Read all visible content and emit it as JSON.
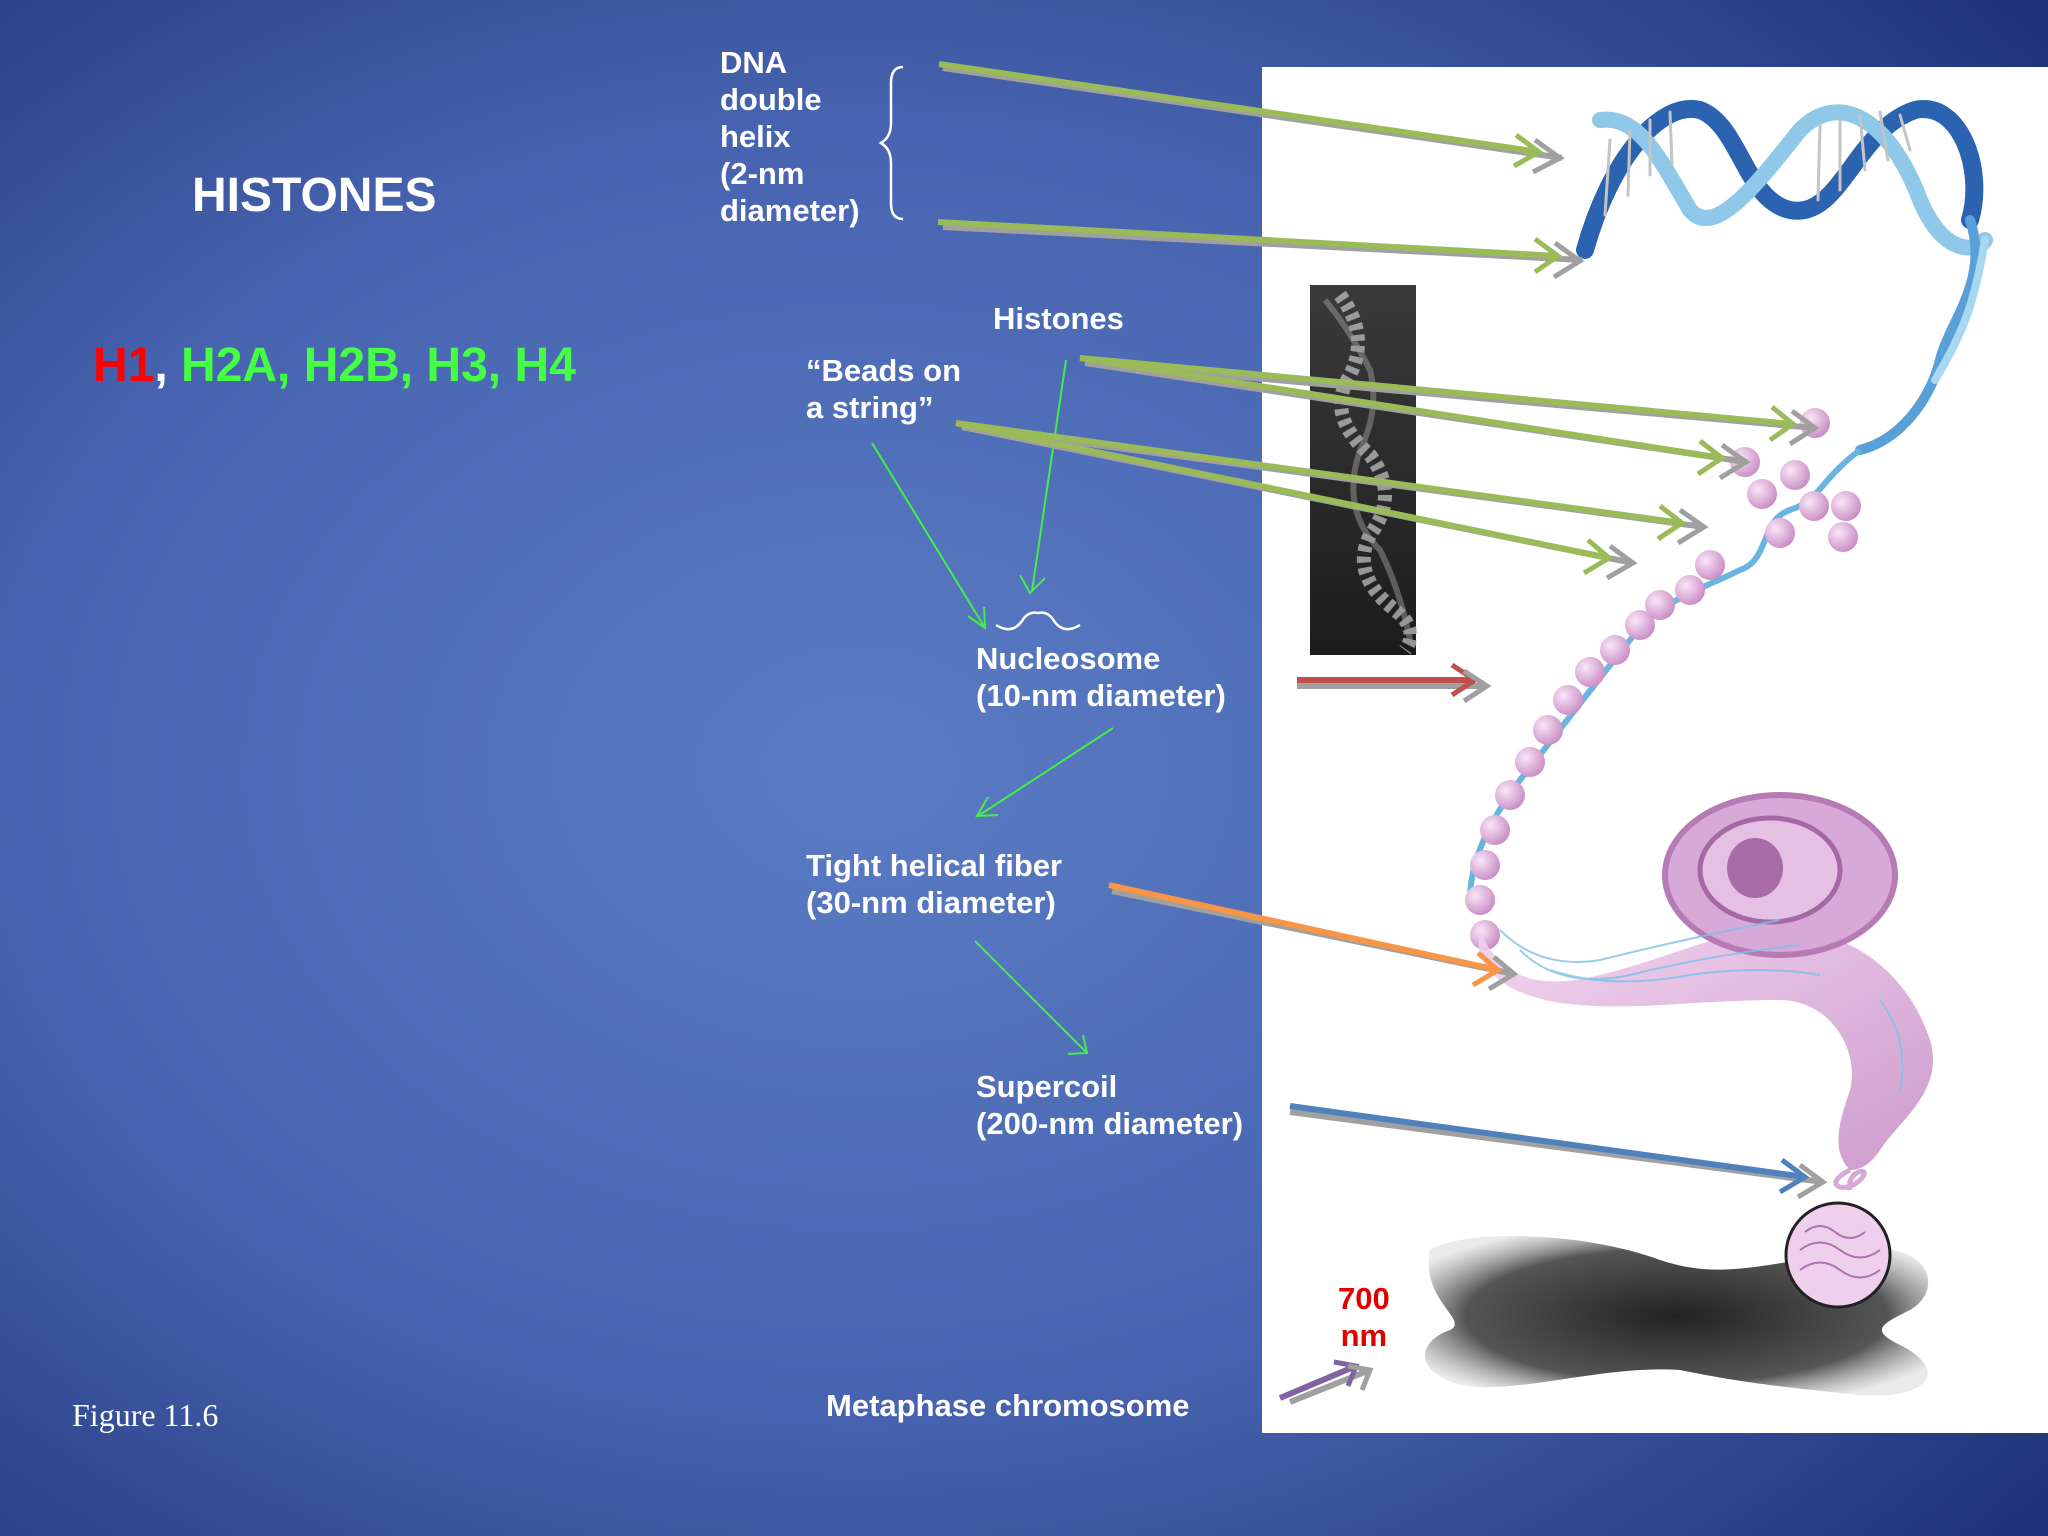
{
  "slide": {
    "title": "HISTONES",
    "histone_list": {
      "h1": "H1",
      "separator": ", ",
      "core": "H2A, H2B, H3, H4",
      "h1_color": "#ff0000",
      "core_color": "#44ff44"
    },
    "figure_caption": "Figure 11.6"
  },
  "diagram": {
    "labels": {
      "dna_helix": [
        "DNA",
        "double",
        "helix",
        "(2-nm",
        "diameter)"
      ],
      "histones": "Histones",
      "beads": [
        "“Beads on",
        "a string”"
      ],
      "nucleosome": [
        "Nucleosome",
        "(10-nm diameter)"
      ],
      "helical_fiber": [
        "Tight helical fiber",
        "(30-nm diameter)"
      ],
      "supercoil": [
        "Supercoil",
        "(200-nm diameter)"
      ],
      "metaphase": "Metaphase chromosome",
      "scale": [
        "700",
        "nm"
      ]
    },
    "colors": {
      "background_center": "#5a7cc4",
      "background_edge": "#1f3478",
      "panel": "#ffffff",
      "arrow_dna": "#9bbb59",
      "arrow_nucleosome": "#c0504d",
      "arrow_fiber": "#f79646",
      "arrow_supercoil": "#4f81bd",
      "arrow_metaphase": "#8064a2",
      "flow_arrow": "#44ee44",
      "scale_text": "#e00000",
      "helix_dark": "#2b63b0",
      "helix_light": "#8fc8e8",
      "bead": "#e2b4dc",
      "chromatin": "#d8a8d8"
    }
  }
}
